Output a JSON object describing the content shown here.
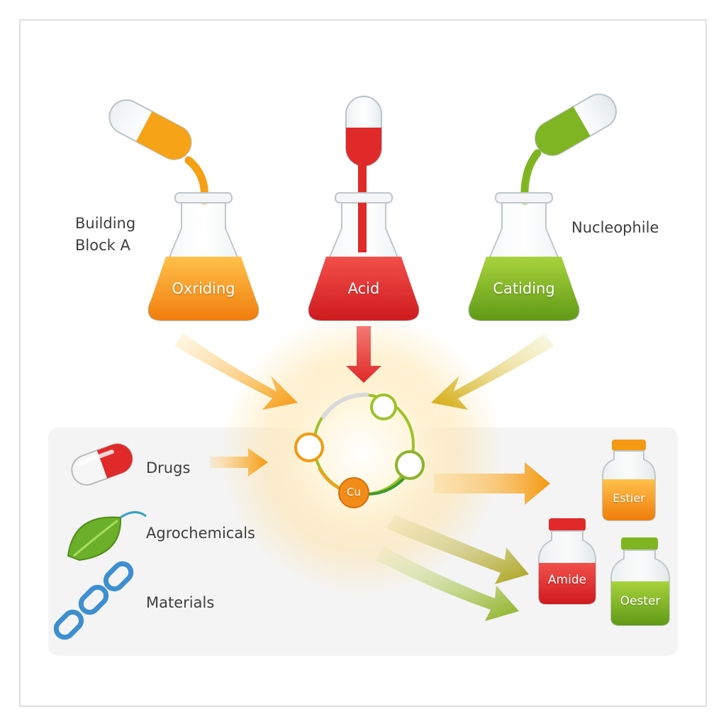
{
  "labels": {
    "building_block": "Building Block A",
    "building_block_line1": "Building",
    "building_block_line2": "Block A",
    "nucleophile": "Nucleophile"
  },
  "flasks": [
    {
      "label": "Oxriding",
      "color": "#f39a12"
    },
    {
      "label": "Acid",
      "color": "#e02a2a"
    },
    {
      "label": "Catiding",
      "color": "#7fb523"
    }
  ],
  "catalyst": {
    "label": "Cu",
    "color": "#f28c18"
  },
  "applications": [
    {
      "label": "Drugs",
      "icon": "capsule-icon"
    },
    {
      "label": "Agrochemicals",
      "icon": "leaf-icon"
    },
    {
      "label": "Materials",
      "icon": "chain-link-icon"
    }
  ],
  "products": [
    {
      "label": "Estier",
      "color": "#f39a12"
    },
    {
      "label": "Amide",
      "color": "#e02a2a"
    },
    {
      "label": "Oester",
      "color": "#7fb523"
    }
  ]
}
